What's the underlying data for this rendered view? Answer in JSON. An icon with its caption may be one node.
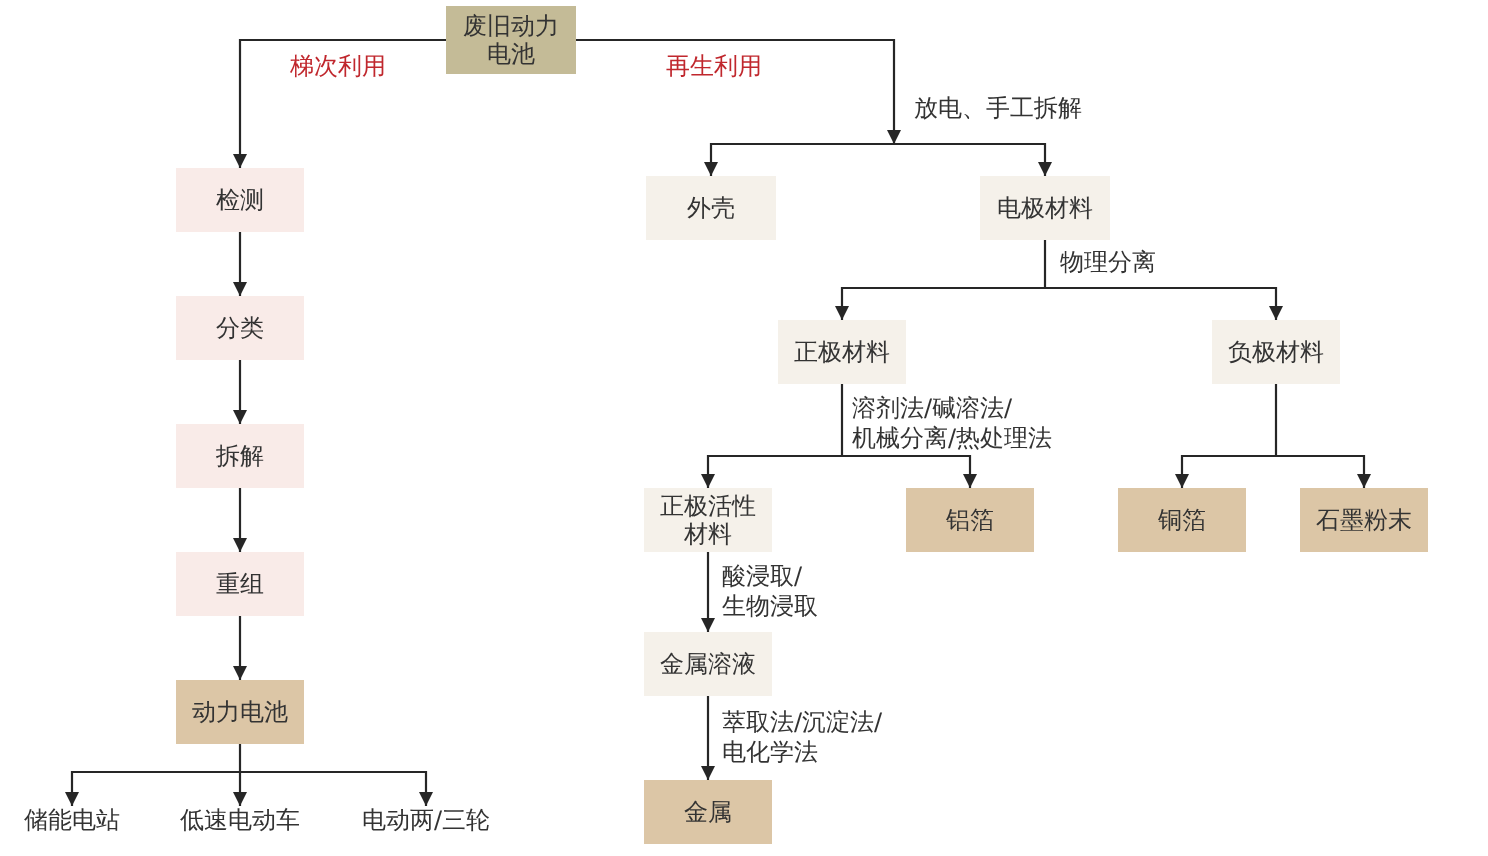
{
  "diagram": {
    "nodes": [
      {
        "text": [
          "废旧动力电池"
        ]
      },
      {
        "text": [
          "检测"
        ]
      },
      {
        "text": [
          "分类"
        ]
      },
      {
        "text": [
          "拆解"
        ]
      },
      {
        "text": [
          "重组"
        ]
      },
      {
        "text": [
          "动力电池"
        ]
      },
      {
        "text": [
          "储能电站"
        ]
      },
      {
        "text": [
          "低速电动车"
        ]
      },
      {
        "text": [
          "电动两/三轮"
        ]
      },
      {
        "text": [
          "外壳"
        ]
      },
      {
        "text": [
          "电极材料"
        ]
      },
      {
        "text": [
          "正极材料"
        ]
      },
      {
        "text": [
          "负极材料"
        ]
      },
      {
        "text": [
          "正极活性材料"
        ]
      },
      {
        "text": [
          "铝箔"
        ]
      },
      {
        "text": [
          "铜箔"
        ]
      },
      {
        "text": [
          "石墨粉末"
        ]
      },
      {
        "text": [
          "金属溶液"
        ]
      },
      {
        "text": [
          "金属"
        ]
      }
    ],
    "edges": [
      {
        "from": 0,
        "to": 1,
        "arrow": "to",
        "label": "梯次利用"
      },
      {
        "from": 0,
        "to": 9,
        "arrow": "to",
        "label": "再生利用"
      },
      {
        "from": 0,
        "to": 10,
        "arrow": "to",
        "label": "放电、手工拆解"
      },
      {
        "from": 1,
        "to": 2,
        "arrow": "to"
      },
      {
        "from": 2,
        "to": 3,
        "arrow": "to"
      },
      {
        "from": 3,
        "to": 4,
        "arrow": "to"
      },
      {
        "from": 4,
        "to": 5,
        "arrow": "to"
      },
      {
        "from": 5,
        "to": 6,
        "arrow": "to"
      },
      {
        "from": 5,
        "to": 7,
        "arrow": "to"
      },
      {
        "from": 5,
        "to": 8,
        "arrow": "to"
      },
      {
        "from": 10,
        "to": 11,
        "arrow": "to",
        "label": "物理分离"
      },
      {
        "from": 10,
        "to": 12,
        "arrow": "to"
      },
      {
        "from": 11,
        "to": 13,
        "arrow": "to",
        "label": "溶剂法/碱溶法/机械分离/热处理法"
      },
      {
        "from": 11,
        "to": 14,
        "arrow": "to"
      },
      {
        "from": 12,
        "to": 15,
        "arrow": "to"
      },
      {
        "from": 12,
        "to": 16,
        "arrow": "to"
      },
      {
        "from": 13,
        "to": 17,
        "arrow": "to",
        "label": "酸浸取/生物浸取"
      },
      {
        "from": 17,
        "to": 18,
        "arrow": "to",
        "label": "萃取法/沉淀法/电化学法"
      }
    ]
  }
}
